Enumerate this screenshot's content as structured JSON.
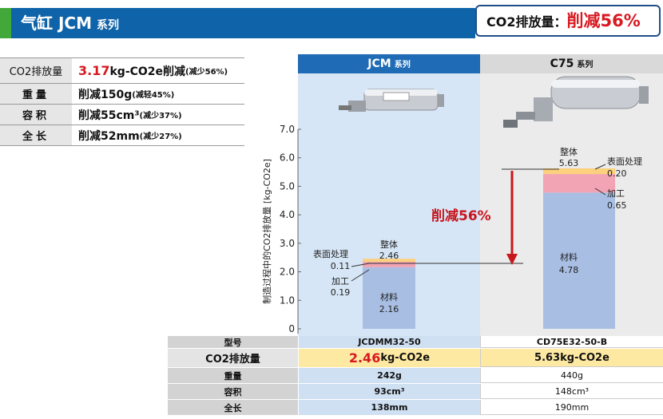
{
  "header": {
    "title": "气缸 JCM",
    "title_suffix": "系列",
    "badge_label_pre": "CO",
    "badge_label_sub": "2",
    "badge_label_post": "排放量：",
    "badge_value": "削减56%"
  },
  "summary": [
    {
      "key": "CO2排放量",
      "value_red": "3.17",
      "value_unit": "kg-CO2e削减",
      "value_note": "(减少56%)"
    },
    {
      "key": "重量",
      "value_main": "削减150g",
      "value_note": "(减轻45%)"
    },
    {
      "key": "容积",
      "value_main": "削减55cm³",
      "value_note": "(减少37%)"
    },
    {
      "key": "全长",
      "value_main": "削减52mm",
      "value_note": "(减少27%)"
    }
  ],
  "columns": {
    "jcm": {
      "name": "JCM",
      "suffix": "系列"
    },
    "c75": {
      "name": "C75",
      "suffix": "系列"
    }
  },
  "reduction_label": "削减56%",
  "chart_data": {
    "type": "bar",
    "stacked": true,
    "ylabel": "制造过程中的CO2排放量 [kg-CO2e]",
    "ylim": [
      0,
      7.0
    ],
    "yticks": [
      "0",
      "1.0",
      "2.0",
      "3.0",
      "4.0",
      "5.0",
      "6.0",
      "7.0"
    ],
    "categories": [
      "JCDMM32-50",
      "CD75E32-50-B"
    ],
    "series": [
      {
        "name": "材料",
        "values": [
          2.16,
          4.78
        ]
      },
      {
        "name": "加工",
        "values": [
          0.19,
          0.65
        ]
      },
      {
        "name": "表面处理",
        "values": [
          0.11,
          0.2
        ]
      }
    ],
    "totals_label": "整体",
    "totals": [
      2.46,
      5.63
    ],
    "colors": {
      "材料": "#a8bfe3",
      "加工": "#f2a3b4",
      "表面处理": "#fbd17e"
    }
  },
  "bottom_table": {
    "headers": {
      "key": "型号",
      "jcm": "JCDMM32-50",
      "c75": "CD75E32-50-B"
    },
    "rows": [
      {
        "key": "CO2排放量",
        "jcm_num": "2.46",
        "jcm_unit": "kg-CO2e",
        "c75": "5.63kg-CO2e"
      },
      {
        "key": "重量",
        "jcm": "242g",
        "c75": "440g"
      },
      {
        "key": "容积",
        "jcm": "93cm³",
        "c75": "148cm³"
      },
      {
        "key": "全长",
        "jcm": "138mm",
        "c75": "190mm"
      }
    ]
  }
}
